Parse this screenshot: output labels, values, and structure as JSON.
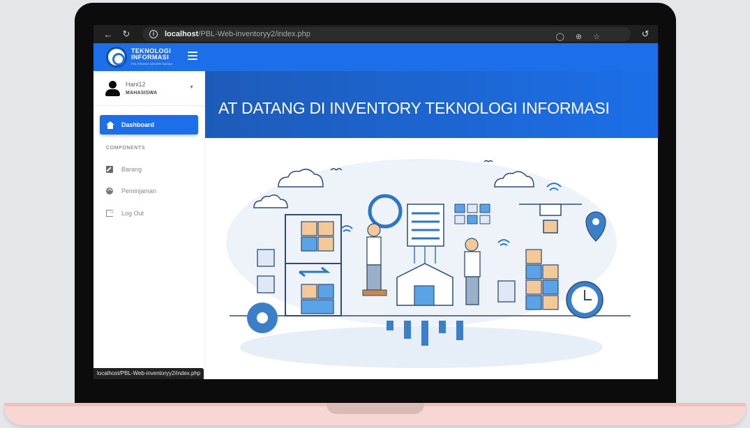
{
  "browser": {
    "url_host": "localhost",
    "url_path": "/PBL-Web-inventoryy2/index.php",
    "status_url": "localhost/PBL-Web-inventoryy2/index.php"
  },
  "brand": {
    "line1": "TEKNOLOGI",
    "line2": "INFORMASI",
    "line3": "POLITEKNIK NEGERI BATAM"
  },
  "user": {
    "name": "Hani12",
    "role": "MAHASISWA"
  },
  "sidebar": {
    "active_item": {
      "label": "Dashboard",
      "icon": "home-icon"
    },
    "section_label": "COMPONENTS",
    "items": [
      {
        "label": "Barang",
        "icon": "edit-icon"
      },
      {
        "label": "Peminjaman",
        "icon": "circle-arrow-icon"
      },
      {
        "label": "Log Out",
        "icon": "logout-icon"
      }
    ]
  },
  "main": {
    "hero_title": "AT DATANG DI INVENTORY TEKNOLOGI INFORMASI"
  },
  "colors": {
    "primary": "#1c6fe8",
    "hero_dark": "#1d5bb8",
    "browser_bar": "#1f1f1f"
  }
}
